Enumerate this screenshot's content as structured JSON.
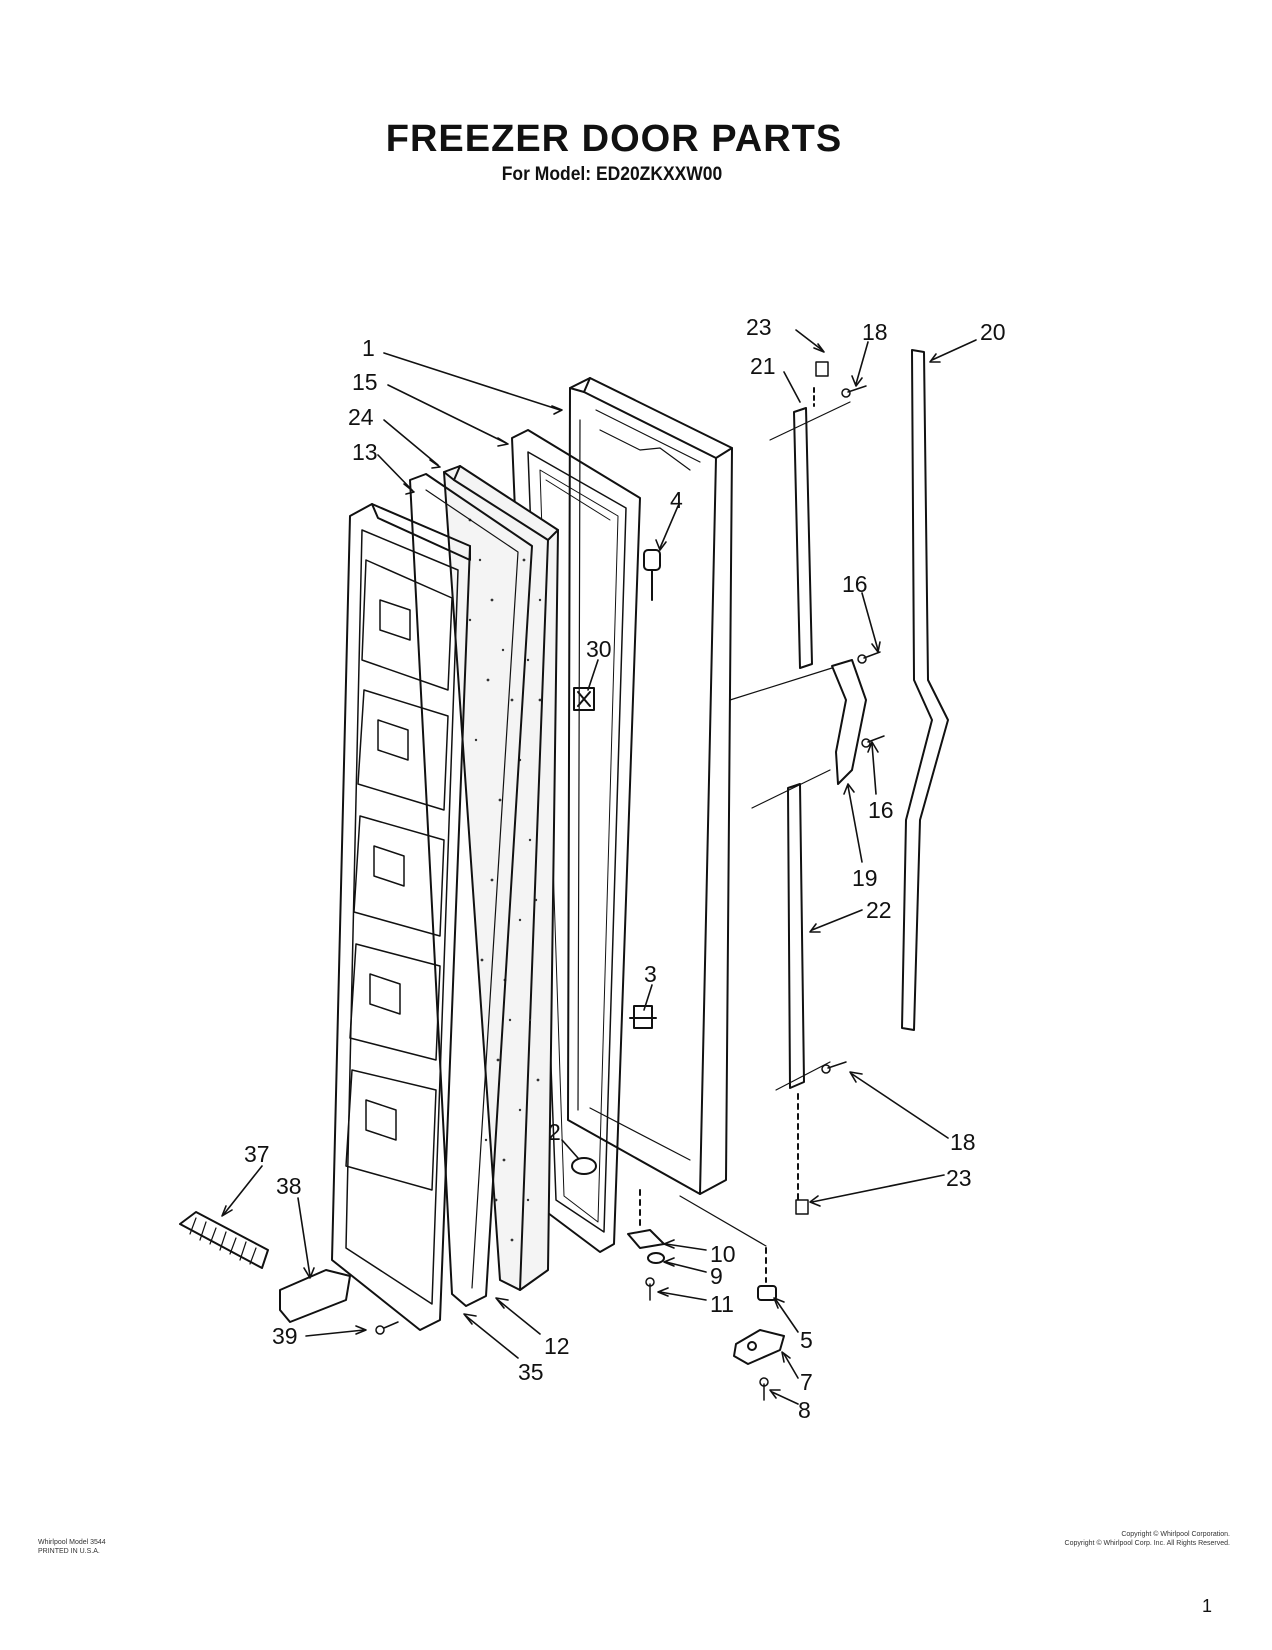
{
  "header": {
    "title": "FREEZER DOOR PARTS",
    "subtitle": "For Model: ED20ZKXXW00"
  },
  "callouts": [
    "1",
    "15",
    "24",
    "13",
    "4",
    "30",
    "3",
    "2",
    "23",
    "18",
    "21",
    "20",
    "16",
    "16",
    "19",
    "22",
    "18",
    "23",
    "10",
    "9",
    "11",
    "5",
    "7",
    "8",
    "37",
    "38",
    "39",
    "35",
    "12"
  ],
  "footer": {
    "left_line1": "Whirlpool Model 3544",
    "left_line2": "PRINTED IN U.S.A.",
    "right_line1": "Copyright © Whirlpool Corporation.",
    "right_line2": "Copyright © Whirlpool Corp. Inc. All Rights Reserved.",
    "page_mark": "1"
  }
}
